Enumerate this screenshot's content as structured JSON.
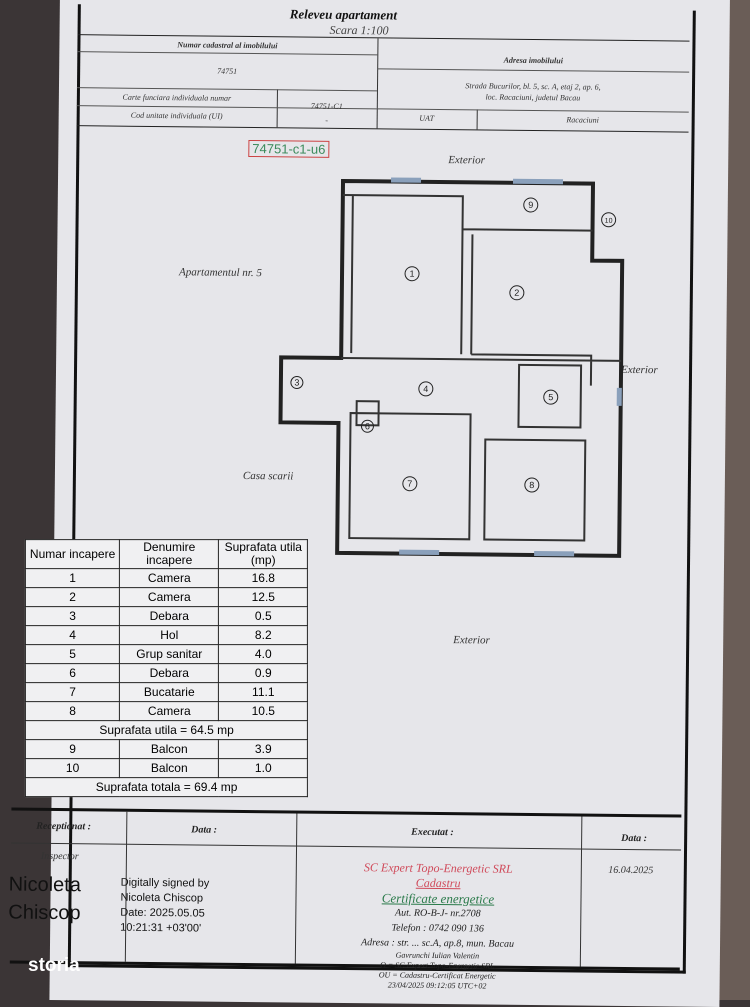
{
  "header": {
    "title": "Releveu apartament",
    "scale": "Scara 1:100",
    "cadastral_label": "Numar cadastral al imobilului",
    "cadastral_value": "74751",
    "cf_label": "Carte funciara individuala numar",
    "cf_value": "74751-C1",
    "cui_label": "Cod unitate individuala (UI)",
    "cui_value": "-",
    "address_label": "Adresa imobilului",
    "address_line1": "Strada Bucurilor, bl. 5, sc. A, etaj 2, ap. 6,",
    "address_line2": "loc. Racaciuni, judetul Bacau",
    "uat_label": "UAT",
    "uat_value": "Racaciuni"
  },
  "stamp": "74751-c1-u6",
  "plan": {
    "exterior_top": "Exterior",
    "exterior_right": "Exterior",
    "exterior_bottom": "Exterior",
    "neighbor": "Apartamentul nr. 5",
    "stairs": "Casa scarii",
    "rooms": [
      "1",
      "2",
      "3",
      "4",
      "5",
      "6",
      "7",
      "8",
      "9",
      "10"
    ]
  },
  "table": {
    "headers": [
      "Numar incapere",
      "Denumire incapere",
      "Suprafata utila (mp)"
    ],
    "rows": [
      [
        "1",
        "Camera",
        "16.8"
      ],
      [
        "2",
        "Camera",
        "12.5"
      ],
      [
        "3",
        "Debara",
        "0.5"
      ],
      [
        "4",
        "Hol",
        "8.2"
      ],
      [
        "5",
        "Grup sanitar",
        "4.0"
      ],
      [
        "6",
        "Debara",
        "0.9"
      ],
      [
        "7",
        "Bucatarie",
        "11.1"
      ],
      [
        "8",
        "Camera",
        "10.5"
      ]
    ],
    "useful_total": "Suprafata utila = 64.5 mp",
    "balcony_rows": [
      [
        "9",
        "Balcon",
        "3.9"
      ],
      [
        "10",
        "Balcon",
        "1.0"
      ]
    ],
    "grand_total": "Suprafata totala = 69.4 mp"
  },
  "footer": {
    "received_label": "Receptionat :",
    "date_label": "Data :",
    "executed_label": "Executat :",
    "date2_label": "Data :",
    "inspector": "Inspector",
    "signer_name": "Nicoleta Chiscop",
    "digital_sig": [
      "Digitally signed by",
      "Nicoleta Chiscop",
      "Date: 2025.05.05",
      "10:21:31 +03'00'"
    ],
    "company": "SC Expert Topo-Energetic SRL",
    "cadastru": "Cadastru",
    "certificate": "Certificate energetice",
    "auth": "Aut. RO-B-J- nr.2708",
    "phone": "Telefon : 0742 090 136",
    "address": "Adresa : str. ... sc.A, ap.8, mun. Bacau",
    "company_sig": [
      "Gavrunchi Iulian Valentin",
      "O = SC Expert Topo-Energetic SRL",
      "OU = Cadastru-Certificat Energetic",
      "23/04/2025 09:12:05 UTC+02"
    ],
    "exec_date": "16.04.2025"
  },
  "watermark": "storia"
}
